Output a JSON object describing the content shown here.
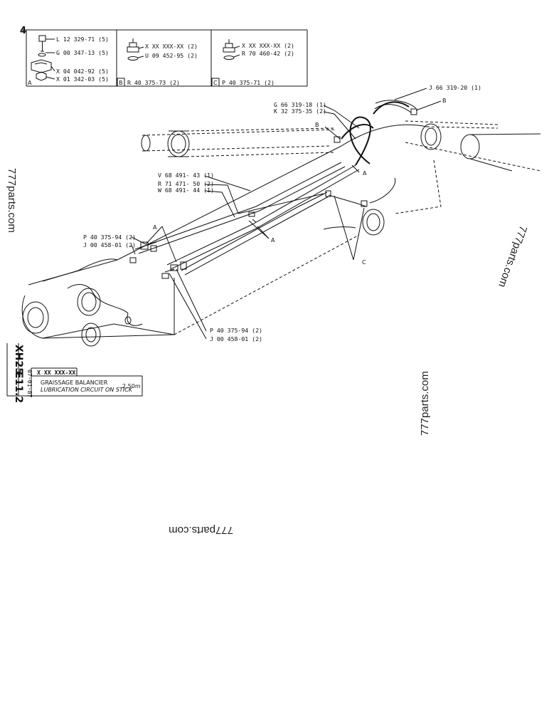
{
  "page_number": "4",
  "legend": {
    "A": {
      "letter": "A",
      "items": [
        "L 12 329-71 (5)",
        "G 00 347-13 (5)",
        "X 04 042-92 (5)",
        "X 01 342-03 (5)"
      ]
    },
    "B": {
      "letter": "B",
      "ref": "R 40 375-73 (2)",
      "items": [
        "X XX XXX-XX (2)",
        "U 09 452-95 (2)"
      ]
    },
    "C": {
      "letter": "C",
      "ref": "P 40 375-71 (2)",
      "items": [
        "X XX XXX-XX (2)",
        "R 70 460-42 (2)"
      ]
    }
  },
  "callouts": {
    "j66": "J 66 319-20 (1)",
    "g66": "G 66 319-18 (1)",
    "k32": "K 32 375-35 (2)",
    "v68_43": "V 68 491- 43 (1)",
    "r71": "R 71 471- 50 (2)",
    "w68_44": "W 68 491- 44 (1)",
    "p40_left": "P 40 375-94 (2)",
    "j00_left": "J 00 458-01 (2)",
    "p40_right": "P 40 375-94 (2)",
    "j00_right": "J 00 458-01 (2)",
    "letter_a": "A",
    "letter_b": "B",
    "letter_c": "C"
  },
  "title_block": {
    "model": "XH25",
    "sheet": "E11.2",
    "date": "07-01-87",
    "ref": "X XX XXX-XX",
    "title_fr": "GRAISSAGE BALANCIER",
    "title_en": "LUBRICATION CIRCUIT ON STICK",
    "length": "2,50m"
  },
  "watermark": "777parts.com"
}
